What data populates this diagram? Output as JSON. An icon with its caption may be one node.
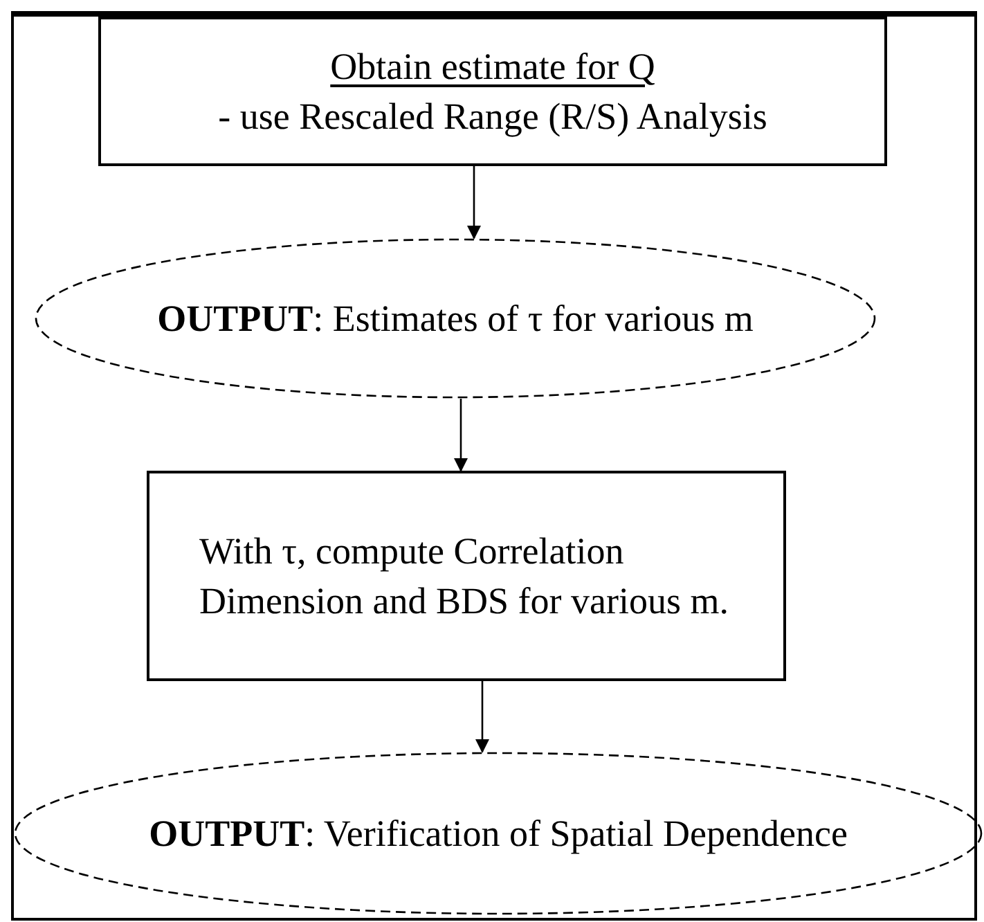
{
  "diagram": {
    "nodes": [
      {
        "text": [
          "Obtain estimate for Q",
          "- use Rescaled Range (R/S) Analysis"
        ]
      },
      {
        "text": [
          "**OUTPUT**: Estimates of τ for various m"
        ]
      },
      {
        "text": [
          "With τ, compute Correlation Dimension and BDS for various m."
        ]
      },
      {
        "text": [
          "**OUTPUT**: Verification of Spatial Dependence"
        ]
      }
    ],
    "edges": [
      {
        "from": 0,
        "to": 1,
        "arrow": "to"
      },
      {
        "from": 1,
        "to": 2,
        "arrow": "to"
      },
      {
        "from": 2,
        "to": 3,
        "arrow": "to"
      }
    ]
  }
}
